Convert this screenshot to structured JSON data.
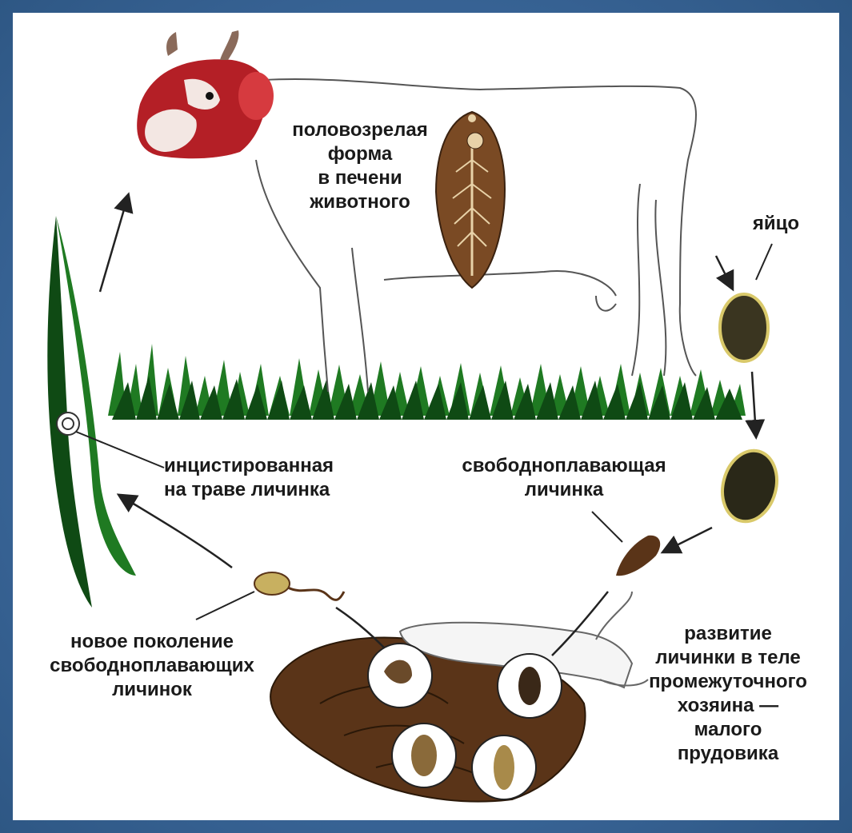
{
  "labels": {
    "adult": [
      "половозрелая",
      "форма",
      "в печени",
      "животного"
    ],
    "egg": [
      "яйцо"
    ],
    "cyst": [
      "инцистированная",
      "на траве личинка"
    ],
    "free_larva": [
      "свободноплавающая",
      "личинка"
    ],
    "new_generation": [
      "новое поколение",
      "свободноплавающих",
      "личинок"
    ],
    "development": [
      "развитие",
      "личинки в теле",
      "промежуточного",
      "хозяина —",
      "малого",
      "прудовика"
    ]
  },
  "colors": {
    "frame": "#3d6fa3",
    "grass": "#1f7a22",
    "grass_dark": "#0f4a14",
    "cow_red": "#c2242a",
    "fluke": "#7a4a24",
    "snail": "#5a3418",
    "egg": "#3a3520",
    "egg_rim": "#d9c96a"
  }
}
